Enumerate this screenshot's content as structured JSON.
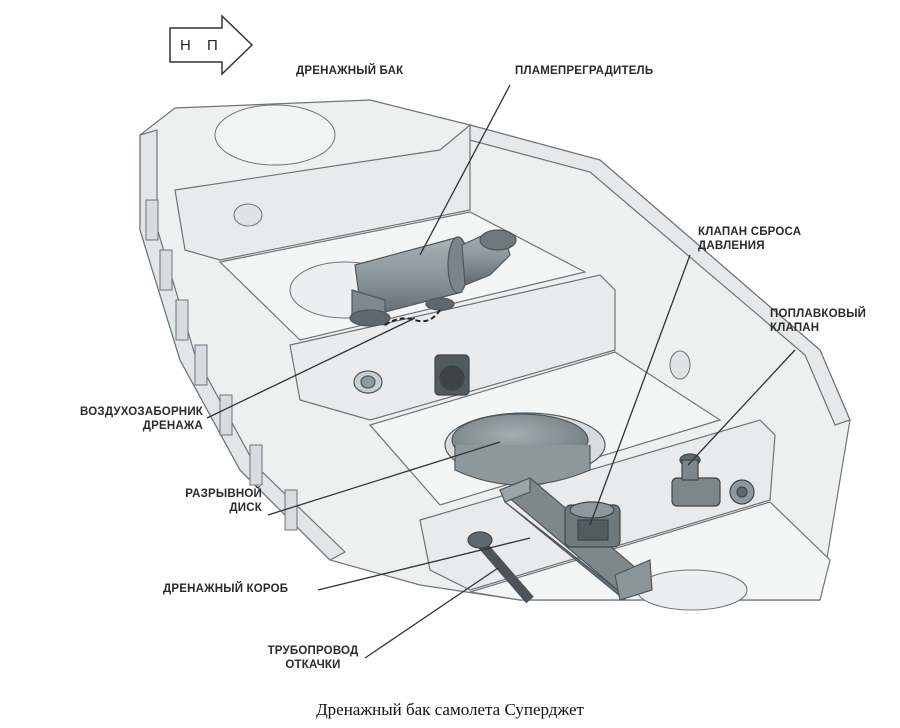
{
  "direction_marker": {
    "text": "Н П"
  },
  "title_label": "ДРЕНАЖНЫЙ БАК",
  "labels": {
    "flame_arrestor": "ПЛАМЕПРЕГРАДИТЕЛЬ",
    "pressure_relief_valve": [
      "КЛАПАН СБРОСА",
      "ДАВЛЕНИЯ"
    ],
    "float_valve": [
      "ПОПЛАВКОВЫЙ",
      "КЛАПАН"
    ],
    "drain_air_intake": [
      "ВОЗДУХОЗАБОРНИК",
      "ДРЕНАЖА"
    ],
    "burst_disc": [
      "РАЗРЫВНОЙ",
      "ДИСК"
    ],
    "drain_box": "ДРЕНАЖНЫЙ КОРОБ",
    "pump_pipeline": [
      "ТРУБОПРОВОД",
      "ОТКАЧКИ"
    ]
  },
  "caption": "Дренажный бак самолета Суперджет",
  "colors": {
    "structure_fill": "#eef0f0",
    "structure_line": "#6e7478",
    "component_fill": "#8e999f",
    "component_dark": "#5a6166",
    "leader": "#333333"
  }
}
